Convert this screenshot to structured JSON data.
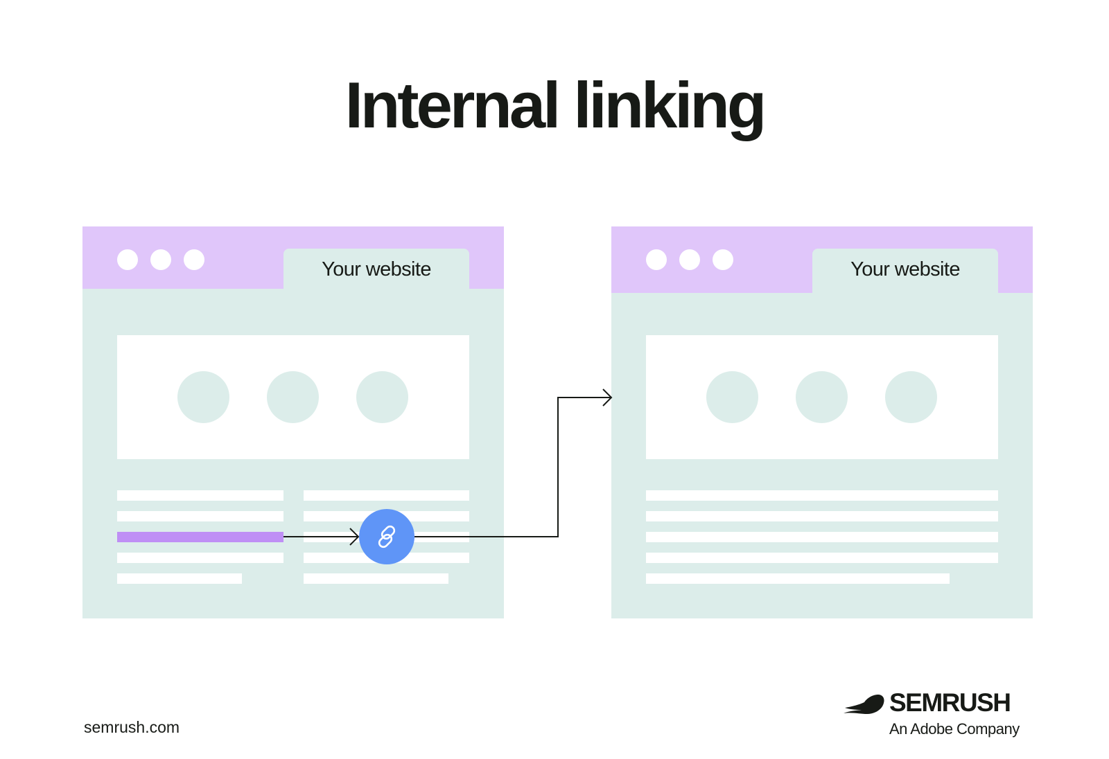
{
  "title": "Internal linking",
  "left_browser": {
    "tab_label": "Your website"
  },
  "right_browser": {
    "tab_label": "Your website"
  },
  "footer": {
    "url": "semrush.com",
    "brand_name": "SEMRUSH",
    "brand_tagline": "An Adobe Company"
  },
  "icons": {
    "link": "link-icon",
    "brand": "semrush-logo-icon"
  },
  "colors": {
    "topbar": "#e0c6fa",
    "page": "#dcedea",
    "highlight": "#bf8ff5",
    "link_badge": "#5f95f7",
    "text": "#171a16"
  }
}
